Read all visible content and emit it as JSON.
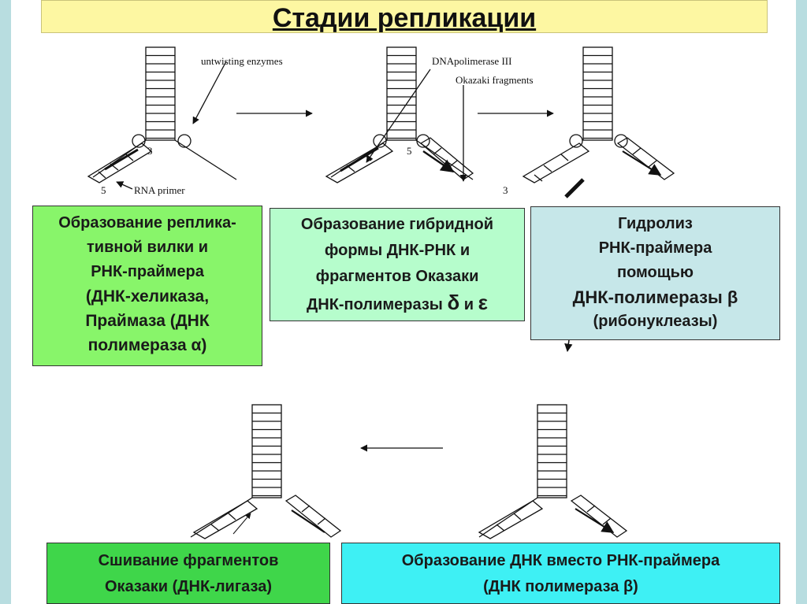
{
  "title": "Стадии репликации",
  "diagram_labels": {
    "untwisting": "untwisting enzymes",
    "dnapol": "DNApolimerase III",
    "okazaki": "Okazaki fragments",
    "rna_primer": "RNA primer",
    "five_a": "5",
    "three_a": "3",
    "five_b": "5",
    "three_b": "3"
  },
  "boxes": {
    "b1": {
      "l1": "Образование реплика-",
      "l2": "тивной вилки и",
      "l3": "РНК-праймера",
      "l4": "(ДНК-хеликаза,",
      "l5": "Праймаза (ДНК",
      "l6": "полимераза α)"
    },
    "b2": {
      "l1": "Образование гибридной",
      "l2": "формы ДНК-РНК и",
      "l3": "фрагментов Оказаки",
      "l4a": "ДНК-полимеразы ",
      "l4b": "δ",
      "l4c": " и ",
      "l4d": "ε"
    },
    "b3": {
      "l1": "Гидролиз",
      "l2": "РНК-праймера",
      "l3": "помощью",
      "l4": "ДНК-полимеразы β",
      "l5": "(рибонуклеазы)"
    },
    "b4": {
      "l1": "Сшивание фрагментов",
      "l2": "Оказаки (ДНК-лигаза)"
    },
    "b5": {
      "l1": "Образование ДНК вместо РНК-праймера",
      "l2": "(ДНК полимераза β)"
    }
  },
  "colors": {
    "background": "#b8dde0",
    "title_bg": "#fdf7a2",
    "box1": "#88f56a",
    "box2": "#b6fdcc",
    "box3": "#c6e7e9",
    "box4": "#3fd64a",
    "box5": "#3ef0f4"
  }
}
